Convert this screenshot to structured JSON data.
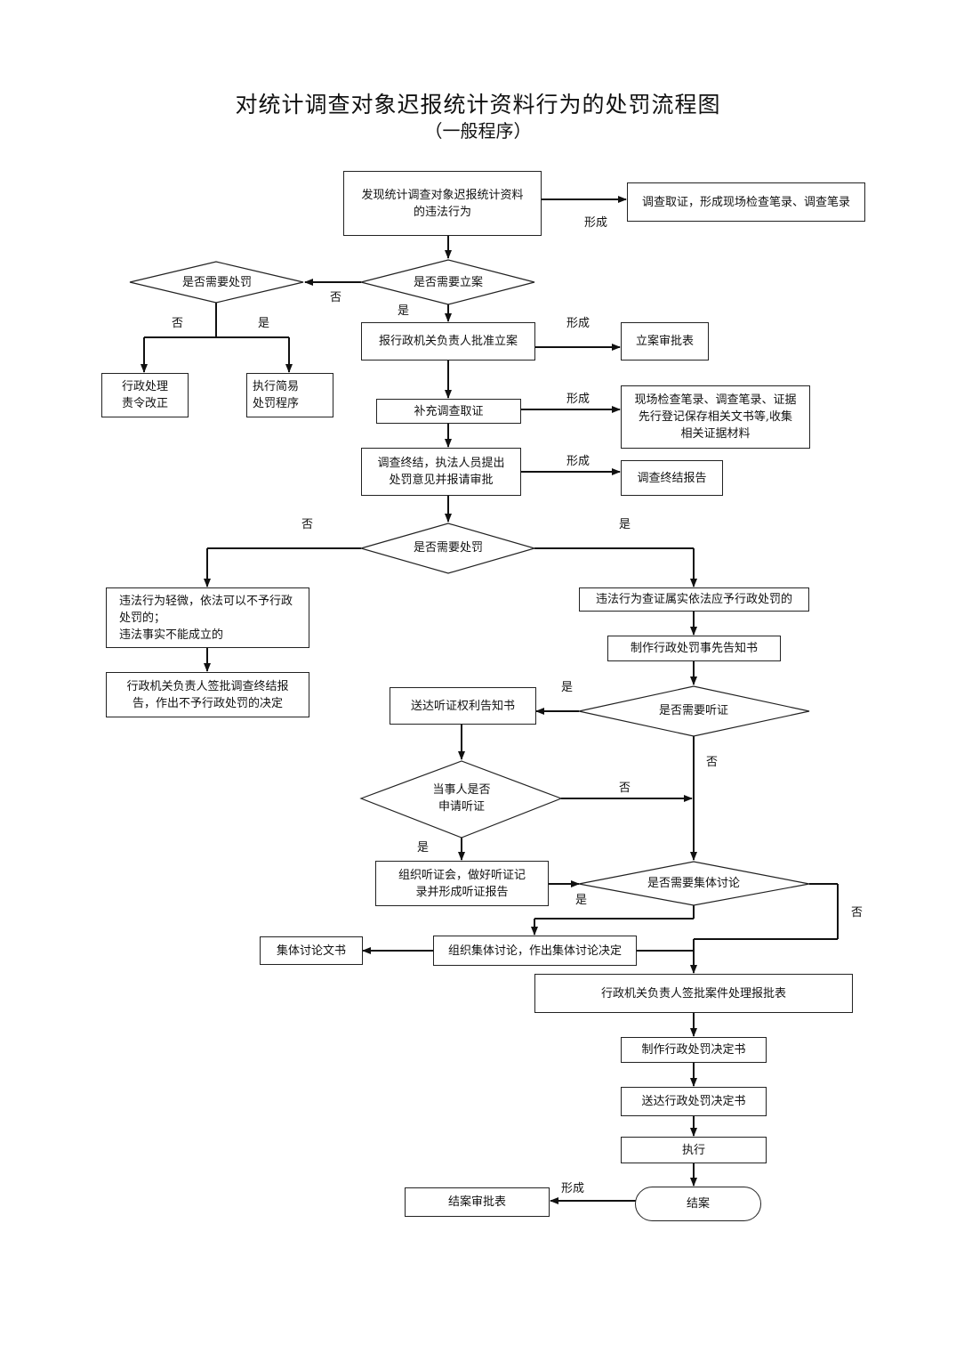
{
  "title": "对统计调查对象迟报统计资料行为的处罚流程图",
  "subtitle": "（一般程序）",
  "nodes": {
    "discover": "发现统计调查对象迟报统计资料\n的违法行为",
    "investigate": "调查取证，形成现场检查笔录、调查笔录",
    "need_filing": "是否需要立案",
    "need_punish_1": "是否需要处罚",
    "admin_correct": "行政处理\n责令改正",
    "simple_procedure": "执行简易\n处罚程序",
    "approve_filing": "报行政机关负责人批准立案",
    "filing_form": "立案审批表",
    "supplement": "补充调查取证",
    "evidence_docs": "现场检查笔录、调查笔录、证据\n先行登记保存相关文书等,收集\n相关证据材料",
    "conclude": "调查终结，执法人员提出\n处罚意见并报请审批",
    "final_report": "调查终结报告",
    "need_punish_2": "是否需要处罚",
    "minor": "违法行为轻微，依法可以不予行政\n处罚的；\n违法事实不能成立的",
    "no_punish_decision": "行政机关负责人签批调查终结报\n告，作出不予行政处罚的决定",
    "verified": "违法行为查证属实依法应予行政处罚的",
    "prior_notice": "制作行政处罚事先告知书",
    "need_hearing": "是否需要听证",
    "hearing_notice": "送达听证权利告知书",
    "party_apply": "当事人是否\n申请听证",
    "hold_hearing": "组织听证会，做好听证记\n录并形成听证报告",
    "need_group": "是否需要集体讨论",
    "group_doc": "集体讨论文书",
    "group_discuss": "组织集体讨论，作出集体讨论决定",
    "case_approval": "行政机关负责人签批案件处理报批表",
    "make_decision": "制作行政处罚决定书",
    "deliver_decision": "送达行政处罚决定书",
    "execute": "执行",
    "close_form": "结案审批表",
    "close": "结案"
  },
  "labels": {
    "form": "形成",
    "yes": "是",
    "no": "否"
  }
}
